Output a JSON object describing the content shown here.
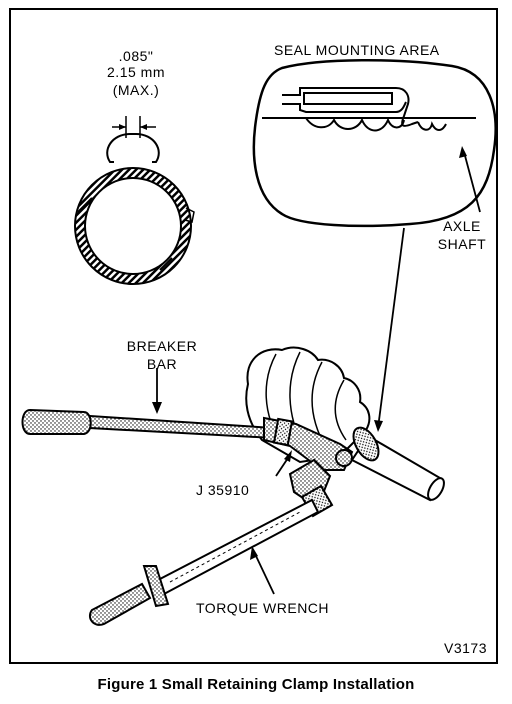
{
  "dimension": {
    "inches": ".085\"",
    "millimeters": "2.15 mm",
    "qualifier": "(MAX.)"
  },
  "labels": {
    "seal_area": "SEAL MOUNTING AREA",
    "axle_line1": "AXLE",
    "axle_line2": "SHAFT",
    "breaker_line1": "BREAKER",
    "breaker_line2": "BAR",
    "tool": "J 35910",
    "torque": "TORQUE WRENCH",
    "figure_code": "V3173"
  },
  "caption": "Figure 1 Small Retaining Clamp Installation"
}
